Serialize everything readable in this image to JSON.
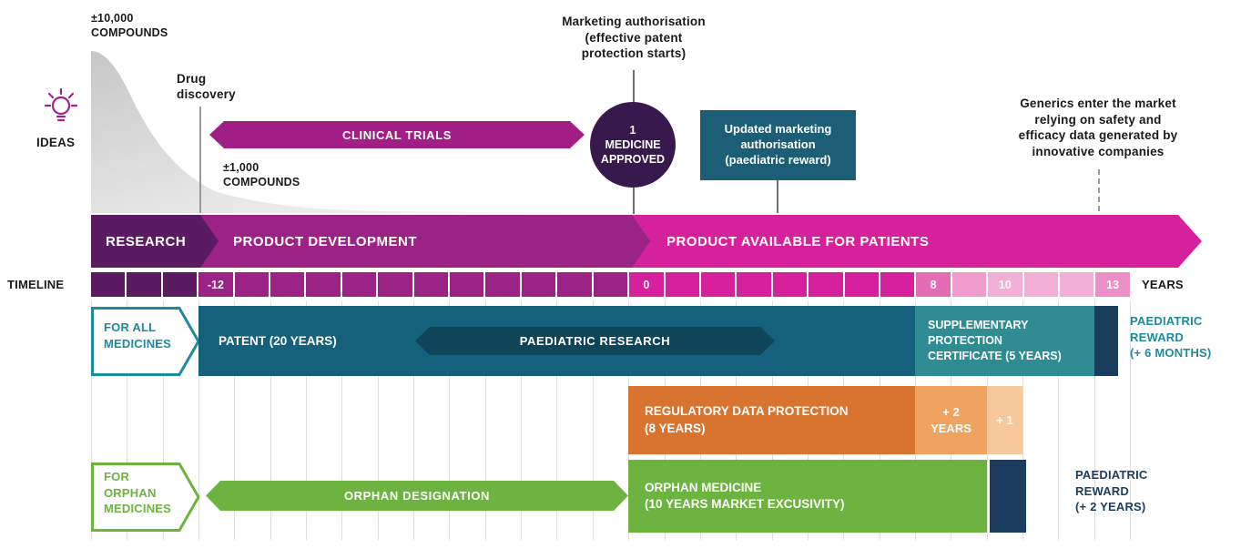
{
  "colors": {
    "dark_purple": "#5A1B60",
    "purple": "#9C2386",
    "magenta_pink": "#D6219C",
    "clinical_magenta": "#A21E87",
    "pink_light": "#E46CB2",
    "pink_lighter": "#EE9CCB",
    "pink_pale": "#F2AFD6",
    "teal_patent": "#15607B",
    "teal_dark_arrow": "#0F4559",
    "teal_box": "#1B5E76",
    "teal_spc": "#2E8C92",
    "teal_label": "#1E8A9B",
    "navy": "#1C3E5E",
    "orange": "#D8742F",
    "orange_light": "#F0A25F",
    "orange_pale": "#F6C89B",
    "green": "#6DB33F",
    "circle_purple": "#38194E"
  },
  "annotations": {
    "compounds_top": "±10,000\nCOMPOUNDS",
    "ideas_label": "IDEAS",
    "drug_discovery": "Drug\ndiscovery",
    "clinical_trials": "CLINICAL TRIALS",
    "compounds_mid": "±1,000\nCOMPOUNDS",
    "marketing_authorisation": "Marketing authorisation\n(effective patent\nprotection starts)",
    "medicine_approved": "1\nMEDICINE\nAPPROVED",
    "updated_marketing_authorisation": "Updated marketing\nauthorisation\n(paediatric reward)",
    "generics_note": "Generics enter the market\nrelying on safety and\nefficacy data generated by\ninnovative companies"
  },
  "main_band": {
    "research": "RESEARCH",
    "product_development": "PRODUCT DEVELOPMENT",
    "product_available": "PRODUCT AVAILABLE FOR PATIENTS"
  },
  "timeline": {
    "label": "TIMELINE",
    "years_label": "YEARS",
    "cells": [
      {
        "color": "#5A1B60"
      },
      {
        "color": "#5A1B60"
      },
      {
        "color": "#5A1B60"
      },
      {
        "color": "#9C2386",
        "label": "-12"
      },
      {
        "color": "#9C2386"
      },
      {
        "color": "#9C2386"
      },
      {
        "color": "#9C2386"
      },
      {
        "color": "#9C2386"
      },
      {
        "color": "#9C2386"
      },
      {
        "color": "#9C2386"
      },
      {
        "color": "#9C2386"
      },
      {
        "color": "#9C2386"
      },
      {
        "color": "#9C2386"
      },
      {
        "color": "#9C2386"
      },
      {
        "color": "#9C2386"
      },
      {
        "color": "#D6219C",
        "label": "0"
      },
      {
        "color": "#D6219C"
      },
      {
        "color": "#D6219C"
      },
      {
        "color": "#D6219C"
      },
      {
        "color": "#D6219C"
      },
      {
        "color": "#D6219C"
      },
      {
        "color": "#D6219C"
      },
      {
        "color": "#D6219C"
      },
      {
        "color": "#E46CB2",
        "label": "8"
      },
      {
        "color": "#EE9CCB"
      },
      {
        "color": "#F2AFD6",
        "label": "10"
      },
      {
        "color": "#F2AFD6"
      },
      {
        "color": "#F2AFD6"
      },
      {
        "color": "#EC8FC6",
        "label": "13"
      }
    ]
  },
  "for_all_medicines": {
    "label": "FOR ALL\nMEDICINES",
    "patent": "PATENT (20 YEARS)",
    "paediatric_research": "PAEDIATRIC RESEARCH",
    "spc": "SUPPLEMENTARY\nPROTECTION\nCERTIFICATE (5 YEARS)",
    "paediatric_reward": "PAEDIATRIC\nREWARD\n(+ 6 MONTHS)"
  },
  "regulatory_row": {
    "rdp": "REGULATORY DATA PROTECTION\n(8 YEARS)",
    "plus_two": "+ 2\nYEARS",
    "plus_one": "+ 1"
  },
  "for_orphan_medicines": {
    "label": "FOR\nORPHAN\nMEDICINES",
    "orphan_designation": "ORPHAN DESIGNATION",
    "orphan_medicine": "ORPHAN MEDICINE\n(10 YEARS MARKET EXCUSIVITY)",
    "paediatric_reward": "PAEDIATRIC\nREWARD\n(+ 2 YEARS)"
  }
}
